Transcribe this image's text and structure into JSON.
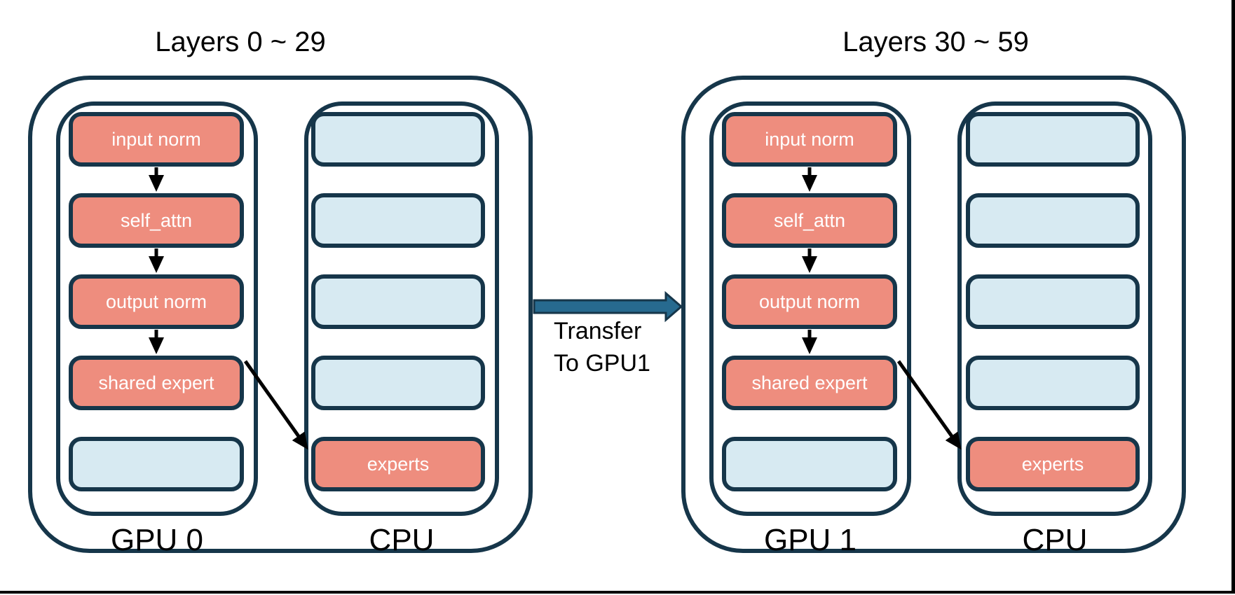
{
  "colors": {
    "outline": "#16364A",
    "block_salmon": "#EE8D7E",
    "block_light_blue": "#D7EAF2",
    "transfer_arrow": "#276A8F",
    "text_dark": "#000000",
    "text_light": "#FFFFFF"
  },
  "groups": [
    {
      "title": "Layers 0 ~ 29",
      "gpu": {
        "caption": "GPU 0",
        "blocks": [
          "input norm",
          "self_attn",
          "output norm",
          "shared expert",
          ""
        ]
      },
      "cpu": {
        "caption": "CPU",
        "blocks": [
          "",
          "",
          "",
          "",
          "experts"
        ]
      }
    },
    {
      "title": "Layers 30 ~ 59",
      "gpu": {
        "caption": "GPU 1",
        "blocks": [
          "input norm",
          "self_attn",
          "output norm",
          "shared expert",
          ""
        ]
      },
      "cpu": {
        "caption": "CPU",
        "blocks": [
          "",
          "",
          "",
          "",
          "experts"
        ]
      }
    }
  ],
  "transfer": {
    "line1": "Transfer",
    "line2": "To GPU1"
  }
}
